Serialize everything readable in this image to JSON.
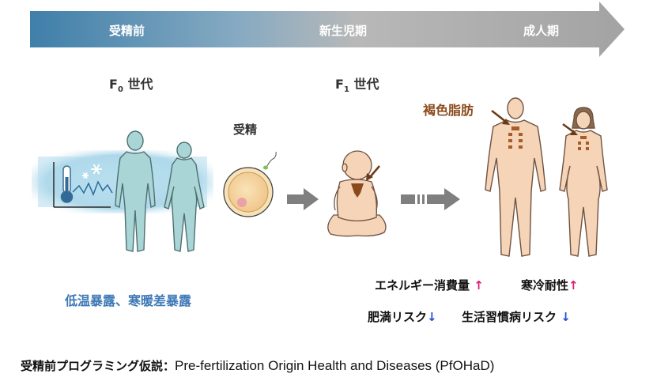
{
  "timeline": {
    "stages": [
      "受精前",
      "新生児期",
      "成人期"
    ]
  },
  "generations": {
    "f0": {
      "prefix": "F",
      "sub": "0",
      "suffix": " 世代"
    },
    "f1": {
      "prefix": "F",
      "sub": "1",
      "suffix": " 世代"
    }
  },
  "labels": {
    "fertilization": "受精",
    "brown_fat": "褐色脂肪",
    "exposure": "低温暴露、寒暖差暴露"
  },
  "effects": [
    {
      "text": "エネルギー消費量",
      "arrow": "↑",
      "dir": "up"
    },
    {
      "text": "寒冷耐性",
      "arrow": "↑",
      "dir": "up"
    },
    {
      "text": "肥満リスク",
      "arrow": "↓",
      "dir": "down"
    },
    {
      "text": "生活習慣病リスク",
      "arrow": "↓",
      "dir": "down"
    }
  ],
  "footer": {
    "title": "受精前プログラミング仮説：",
    "english": "Pre-fertilization Origin Health and Diseases (PfOHaD)"
  },
  "colors": {
    "arrow_start": "#4a86ad",
    "arrow_end": "#a9a9a9",
    "cold_glow": "#a9d6e8",
    "f0_body": "#a9d5d6",
    "skin": "#f5d4b8",
    "brown_fat": "#8b4a1c",
    "up_arrow": "#e2186f",
    "down_arrow": "#1f4fd8"
  }
}
